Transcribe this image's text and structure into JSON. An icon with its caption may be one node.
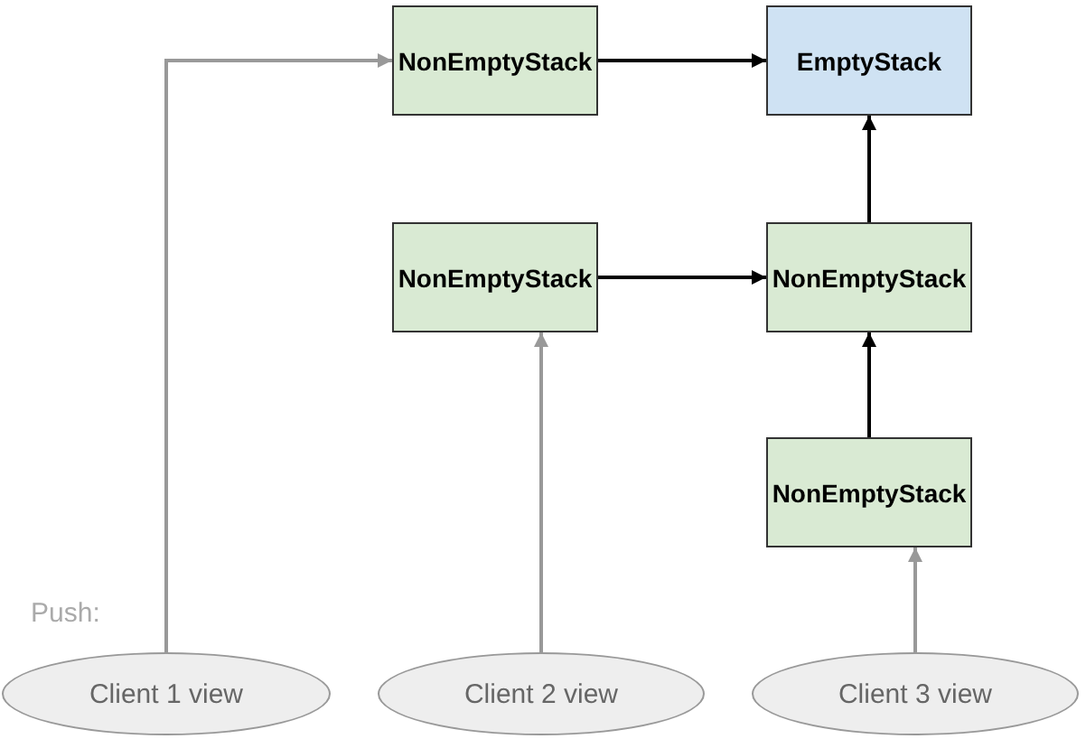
{
  "diagram": {
    "nodes": [
      {
        "text": [
          "NonEmptyStack"
        ]
      },
      {
        "text": [
          "EmptyStack"
        ]
      },
      {
        "text": [
          "NonEmptyStack"
        ]
      },
      {
        "text": [
          "NonEmptyStack"
        ]
      },
      {
        "text": [
          "NonEmptyStack"
        ]
      },
      {
        "text": [
          "Client 1 view"
        ]
      },
      {
        "text": [
          "Client 2 view"
        ]
      },
      {
        "text": [
          "Client 3 view"
        ]
      }
    ],
    "edges": [
      {
        "from": 0,
        "to": 1,
        "arrow": "to"
      },
      {
        "from": 2,
        "to": 3,
        "arrow": "to"
      },
      {
        "from": 3,
        "to": 1,
        "arrow": "to"
      },
      {
        "from": 4,
        "to": 3,
        "arrow": "to"
      },
      {
        "from": 5,
        "to": 0,
        "arrow": "to",
        "color": "#999999"
      },
      {
        "from": 6,
        "to": 2,
        "arrow": "to",
        "color": "#999999"
      },
      {
        "from": 7,
        "to": 4,
        "arrow": "to",
        "color": "#999999"
      }
    ],
    "labels": [
      "Push:"
    ]
  }
}
